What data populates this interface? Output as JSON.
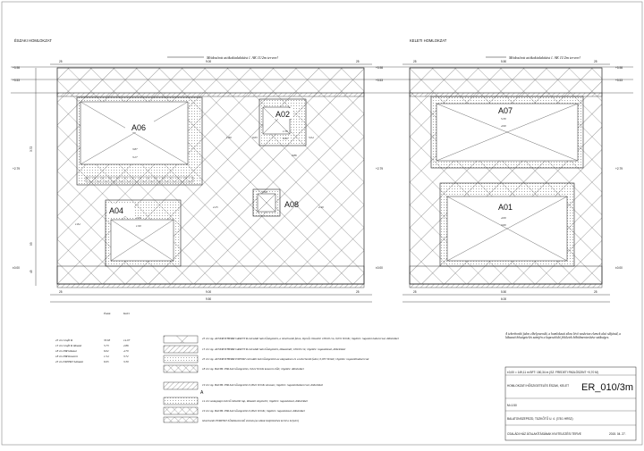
{
  "views": {
    "north_title": "ÉSZAKI HOMLOKZAT",
    "west_title": "KELETI HOMLOKZAT"
  },
  "callout": "Módosított attikakialakítást l. AK 11/2m terven!",
  "north": {
    "rooms": {
      "a06": {
        "code": "A06",
        "width_top": "3.87",
        "width_bot": "3.27"
      },
      "a02": {
        "code": "A02",
        "width_top": "1.50",
        "width_bot": "0.90"
      },
      "a04": {
        "code": "A04",
        "width_top": "2.50",
        "width_bot": "1.90"
      },
      "a08": {
        "code": "A08",
        "width_top": "0.90"
      }
    },
    "dims": {
      "top": [
        "25",
        "9.00",
        "25"
      ],
      "bottom_1": [
        "25",
        "9.00",
        "25"
      ],
      "bottom_2": "9.50",
      "left_levels": [
        "+5.98",
        "+5.53",
        "+2.79",
        "±0.00"
      ],
      "left_vert": [
        "3.72",
        "93",
        "45"
      ],
      "inner": [
        "1.89",
        "0.63",
        "5.04",
        "1.84",
        "2.25",
        "2.49",
        "0.86"
      ]
    }
  },
  "east": {
    "rooms": {
      "a07": {
        "code": "A07",
        "width_top": "5.30",
        "width_bot": "4.90"
      },
      "a01": {
        "code": "A01",
        "width_top": "4.00",
        "width_bot": "3.60"
      }
    },
    "dims": {
      "top": [
        "25",
        "5.50",
        "25"
      ],
      "bottom_1": [
        "25",
        "5.50",
        "25"
      ],
      "bottom_2": "6.00",
      "levels": [
        "+5.98",
        "+5.53",
        "+2.79",
        "±0.00"
      ]
    }
  },
  "materials_table": {
    "headers": [
      "Észak",
      "Kelet"
    ],
    "rows": [
      {
        "name": "25 cm Grafit R",
        "north": "35.63",
        "east": "14.97"
      },
      {
        "name": "15 cm Grafit R lábazat",
        "north": "5.73",
        "east": "2.86"
      },
      {
        "name": "18 cm PIR lábazat",
        "north": "6.02",
        "east": "4.79"
      },
      {
        "name": "18 cm PIR Koszorú",
        "north": "1.54",
        "east": "3.72"
      },
      {
        "name": "25 cm EXPERT Lábazat",
        "north": "6.95",
        "east": "3.30"
      }
    ]
  },
  "legend": [
    {
      "code": "",
      "text": "25 cm vtg. AUSTROTHERM GRAFIT R extrudált hab hőszigetelés, a teherhordó falon, lépcsős illesztés! 100/20 cm, 0,031 W/mK; rögzítés: ragasztó habarccsal, dübelekkel"
    },
    {
      "code": "",
      "text": "15 cm vtg. AUSTROTHERM GRAFIT R extrudált hab hőszigetelés, lábazatnál; 100/20 cm; rögzítés: ragasztással, dübelekkel"
    },
    {
      "code": "",
      "text": "25 cm vtg. AUSTROTHERM EXPERT extrudált hab hőszigetelés az alapozáson és a teherhordó falon; 0,033 W/mK; rögzítés: ragasztóhabarccsal"
    },
    {
      "code": "",
      "text": "18 cm vtg. BACHL PIR hab hőszigetelés, 0,022 W/mK koszorú előtt; rögzítés: dübelekkel"
    },
    {
      "code": "A",
      "text": "19 cm vtg. BACHL PIR hab hőszigetelés 0,0022 W/mK sávosan; rögzítés: ragasztóhabarccsal, dübelekkel"
    },
    {
      "code": "",
      "text": "14 cm vastagságú mérető ütésálló lap, lábazati szigetelés; rögzítés: ragasztással, dübelekkel"
    },
    {
      "code": "",
      "text": "19 cm vtg. BACHL PIR hab hőszigetelés 0,0022 W/mK; rögzítés: ragasztással, dübelekkel"
    },
    {
      "code": "",
      "text": "teherhordó PURENIT hőhídmentesítő elemek (az ablak beépítéséhez kerül a helyére)"
    }
  ],
  "right_note": "A teherhordó falon elhelyezendő, a homlokzati síkra lévő vasbeton elemek alsó síkjánál, a lábazati hőszigetelés szintjén a kapcsolódó felületek hőhídmentesítése szükséges.",
  "title_block": {
    "reference": "±0,00 = 149,11 m BFT: 150,34 m (SZ. FREDETI PADLÓSZINT +0,70 M)",
    "subject": "HOMLOKZATI HŐSZIGETELÉS ÉSZAK, KELET",
    "sheet_no": "ER_010/3m",
    "scale": "M=1:50",
    "project": "BALATONSZEPEZD, TÜZKŐTŐ U. 4. (7/3/1 HRSZ)",
    "building": "CSALÁDI HÁZ ÁTALAKÍTÁSÁNAK KIVITELEZÉSI TERVE",
    "date": "2015. 04. 27."
  }
}
